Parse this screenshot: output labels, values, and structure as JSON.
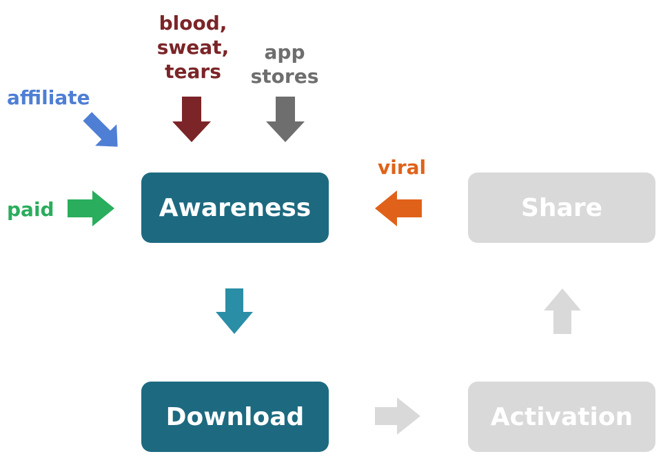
{
  "colors": {
    "active_box": "#1d6a80",
    "inactive_box": "#d9d9d9",
    "affiliate": "#4f7fd4",
    "blood": "#7b2528",
    "app_stores": "#6e6e6e",
    "paid": "#2aad5d",
    "viral": "#e0621a",
    "flow_arrow": "#2a8ea6",
    "inactive_arrow": "#d9d9d9"
  },
  "boxes": {
    "awareness": "Awareness",
    "download": "Download",
    "activation": "Activation",
    "share": "Share"
  },
  "labels": {
    "blood": [
      "blood,",
      "sweat,",
      "tears"
    ],
    "app_stores": [
      "app",
      "stores"
    ],
    "affiliate": "affiliate",
    "paid": "paid",
    "viral": "viral"
  },
  "icons": {
    "affiliate_arrow": "arrow-down-right-icon",
    "blood_arrow": "arrow-down-icon",
    "app_stores_arrow": "arrow-down-icon",
    "paid_arrow": "arrow-right-icon",
    "viral_arrow": "arrow-left-icon",
    "awareness_to_download": "arrow-down-icon",
    "download_to_activation": "arrow-right-icon",
    "activation_to_share": "arrow-up-icon"
  }
}
